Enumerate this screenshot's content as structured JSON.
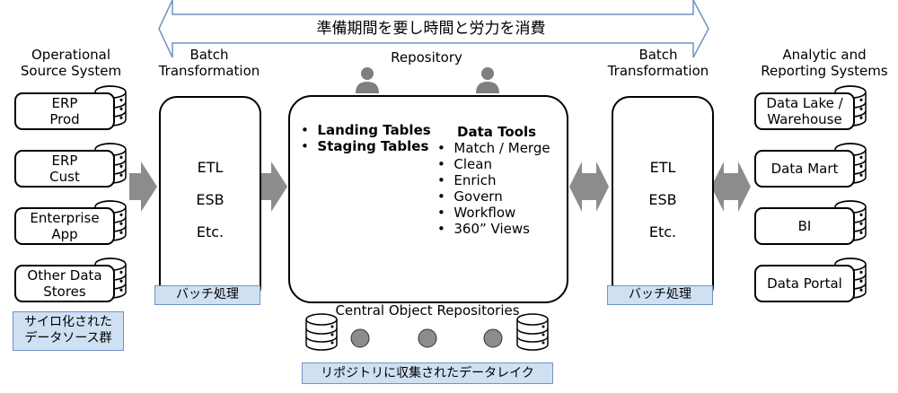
{
  "banner": {
    "text": "準備期間を要し時間と労力を消費"
  },
  "headers": {
    "operational": "Operational\nSource System",
    "batch_left": "Batch\nTransformation",
    "repository": "Repository",
    "batch_right": "Batch\nTransformation",
    "analytic": "Analytic and\nReporting Systems"
  },
  "sources": [
    "ERP\nProd",
    "ERP\nCust",
    "Enterprise\nApp",
    "Other Data\nStores"
  ],
  "source_callout": "サイロ化された\nデータソース群",
  "left_batch": {
    "items": [
      "ETL",
      "ESB",
      "Etc."
    ],
    "callout": "バッチ処理"
  },
  "repo": {
    "bullets": [
      "Landing Tables",
      "Staging Tables"
    ],
    "tools_title": "Data Tools",
    "tools": [
      "Match / Merge",
      "Clean",
      "Enrich",
      "Govern",
      "Workflow",
      "360” Views"
    ]
  },
  "right_batch": {
    "items": [
      "ETL",
      "ESB",
      "Etc."
    ],
    "callout": "バッチ処理"
  },
  "targets": [
    "Data Lake /\nWarehouse",
    "Data Mart",
    "BI",
    "Data Portal"
  ],
  "central": {
    "label": "Central Object Repositories",
    "callout": "リポジトリに収集されたデータレイク"
  },
  "colors": {
    "arrow_fill": "#8c8c8c",
    "person": "#7f7f7f",
    "callout_fill": "#cfe0f3",
    "callout_border": "#6f94c4"
  }
}
